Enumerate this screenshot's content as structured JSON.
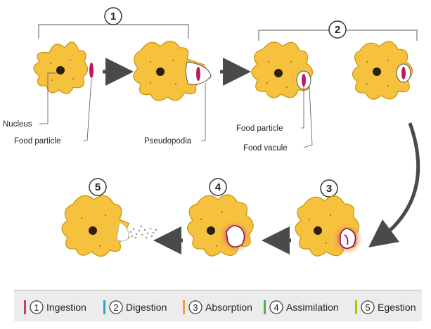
{
  "stage_numbers": [
    "1",
    "2",
    "3",
    "4",
    "5"
  ],
  "labels": {
    "nucleus": "Nucleus",
    "food_particle_1": "Food particle",
    "pseudopodia": "Pseudopodia",
    "food_particle_2": "Food particle",
    "food_vacuole": "Food vacule"
  },
  "legend": [
    {
      "num": "1",
      "text": "Ingestion",
      "color": "#d63384"
    },
    {
      "num": "2",
      "text": "Digestion",
      "color": "#2aa7c9"
    },
    {
      "num": "3",
      "text": "Absorption",
      "color": "#f0a030"
    },
    {
      "num": "4",
      "text": "Assimilation",
      "color": "#4caf50"
    },
    {
      "num": "5",
      "text": "Egestion",
      "color": "#b5c400"
    }
  ],
  "colors": {
    "cell_fill": "#f6c23e",
    "cell_stroke": "#c79410",
    "nucleus": "#2a1f10",
    "food": "#c2185b",
    "arrow": "#4a4a4a",
    "legend_bg": "#ececec"
  }
}
